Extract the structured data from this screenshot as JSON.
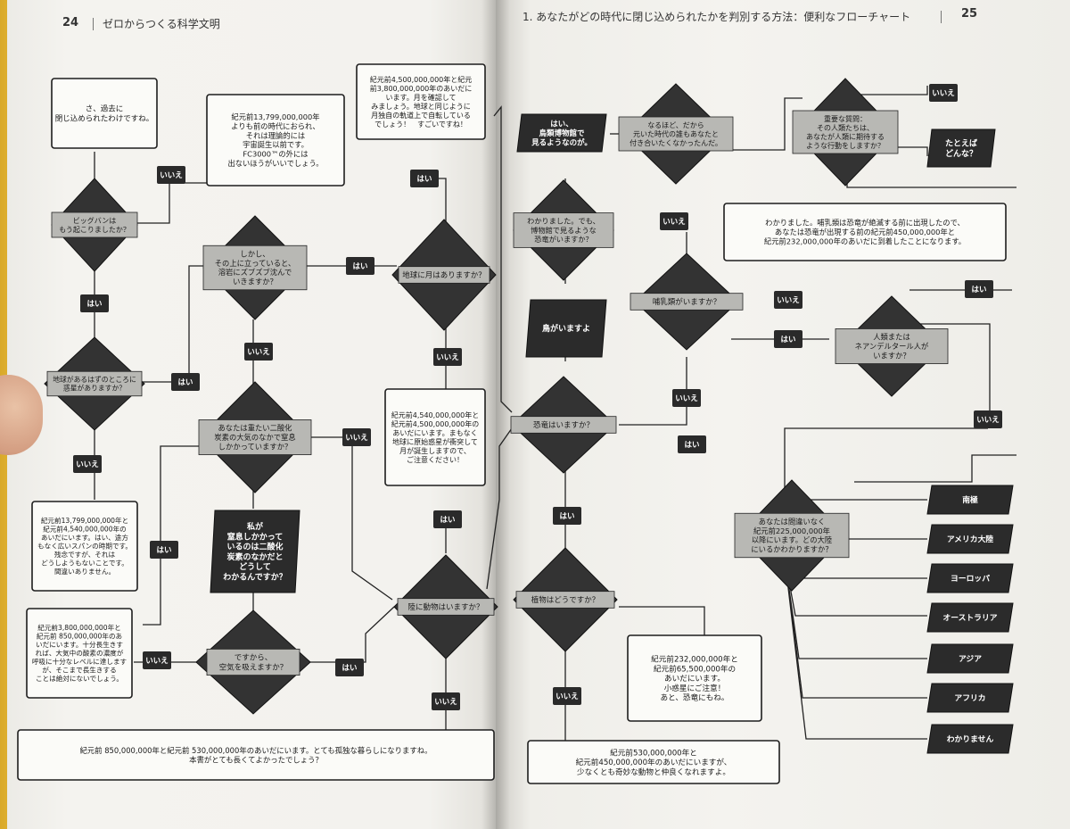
{
  "header": {
    "left_page_number": "24",
    "left_page_title": "ゼロからつくる科学文明",
    "right_page_title": "1. あなたがどの時代に閉じ込められたかを判別する方法：便利なフローチャート",
    "right_page_number": "25"
  },
  "flowchart": {
    "start": [
      "さ、過去に",
      "閉じ込められたわけですね。"
    ],
    "q_bigbang": [
      "ビッグバンは",
      "もう起こりましたか？"
    ],
    "r_before_universe": [
      "紀元前13,799,000,000年",
      "よりも前の時代におられ、",
      "それは理論的には",
      "宇宙誕生以前です。",
      "FC3000™の外には",
      "出ないほうがいいでしょう。"
    ],
    "q_solid_ground": [
      "地球があるはずのところに",
      "惑星がありますか？"
    ],
    "r_no_planet": [
      "紀元前13,799,000,000年と",
      "紀元前4,540,000,000年の",
      "あいだにいます。はい、途方",
      "もなく広いスパンの時期です。",
      "残念ですが、それは",
      "どうしようもないことです。",
      "間違いありません。"
    ],
    "q_sink": [
      "しかし、",
      "その上に立っていると、",
      "溶岩にズブズブ沈んで",
      "いきますか？"
    ],
    "q_moon": [
      "地球に月はありますか？"
    ],
    "r_moon_yes": [
      "紀元前4,500,000,000年と紀元",
      "前3,800,000,000年のあいだに",
      "います。月を確認して",
      "みましょう。地球と同じように",
      "月独自の軌道上で自転している",
      "でしょう！　すごいですね！"
    ],
    "r_moon_no": [
      "紀元前4,540,000,000年と",
      "紀元前4,500,000,000年の",
      "あいだにいます。まもなく",
      "地球に原始惑星が衝突して",
      "月が誕生しますので、",
      "ご注意ください！"
    ],
    "q_suffocate": [
      "あなたは重たい二酸化",
      "炭素の大気のなかで窒息",
      "しかかっていますか？"
    ],
    "q_how_know": [
      "私が",
      "窒息しかかって",
      "いるのは二酸化",
      "炭素のなかだと",
      "どうして",
      "わかるんですか？"
    ],
    "q_breathe": [
      "ですから、",
      "空気を吸えますか？"
    ],
    "r_oxygen_low": [
      "紀元前3,800,000,000年と",
      "紀元前 850,000,000年のあ",
      "いだにいます。十分長生きす",
      "れば、大気中の酸素の濃度が",
      "呼吸に十分なレベルに達します",
      "が、そこまで長生きする",
      "ことは絶対にないでしょう。"
    ],
    "q_land_animals": [
      "陸に動物はいますか？"
    ],
    "r_lonely": [
      "紀元前 850,000,000年と紀元前 530,000,000年のあいだにいます。とても孤独な暮らしになりますね。",
      "本書がとても長くてよかったでしょう？"
    ],
    "q_plants": [
      "植物はどうですか？"
    ],
    "r_odd_animals": [
      "紀元前530,000,000年と",
      "紀元前450,000,000年のあいだにいますが、",
      "少なくとも奇妙な動物と仲良くなれますよ。"
    ],
    "q_dinos": [
      "恐竜はいますか？"
    ],
    "r_asteroid": [
      "紀元前232,000,000年と",
      "紀元前65,500,000年の",
      "あいだにいます。",
      "小惑星にご注意！",
      "あと、恐竜にもね。"
    ],
    "q_birds": [
      "鳥がいますよ"
    ],
    "q_museum": [
      "わかりました。でも、",
      "博物館で見るような",
      "恐竜がいますか？"
    ],
    "r_museum_yes": [
      "はい、",
      "鳥類博物館で",
      "見るようなのが。"
    ],
    "r_nobody": [
      "なるほど、だから",
      "元いた時代の誰もあなたと",
      "付き合いたくなかったんだ。"
    ],
    "q_mammals": [
      "哺乳類がいますか？"
    ],
    "r_mammals_yes": [
      "わかりました。哺乳類は恐竜が絶滅する前に出現したので、",
      "あなたは恐竜が出現する前の紀元前450,000,000年と",
      "紀元前232,000,000年のあいだに到着したことになります。"
    ],
    "q_neanderthal": [
      "人類または",
      "ネアンデルタール人が",
      "いますか？"
    ],
    "q_important": [
      "重要な質問：",
      "その人類たちは、",
      "あなたが人類に期待する",
      "ような行動をしますか？"
    ],
    "r_example": [
      "たとえば",
      "どんな？"
    ],
    "q_continent": [
      "あなたは間違いなく",
      "紀元前225,000,000年",
      "以降にいます。どの大陸",
      "にいるかわかりますか？"
    ],
    "continents": [
      "南極",
      "アメリカ大陸",
      "ヨーロッパ",
      "オーストラリア",
      "アジア",
      "アフリカ",
      "わかりません"
    ],
    "yes": "はい",
    "no": "いいえ"
  }
}
